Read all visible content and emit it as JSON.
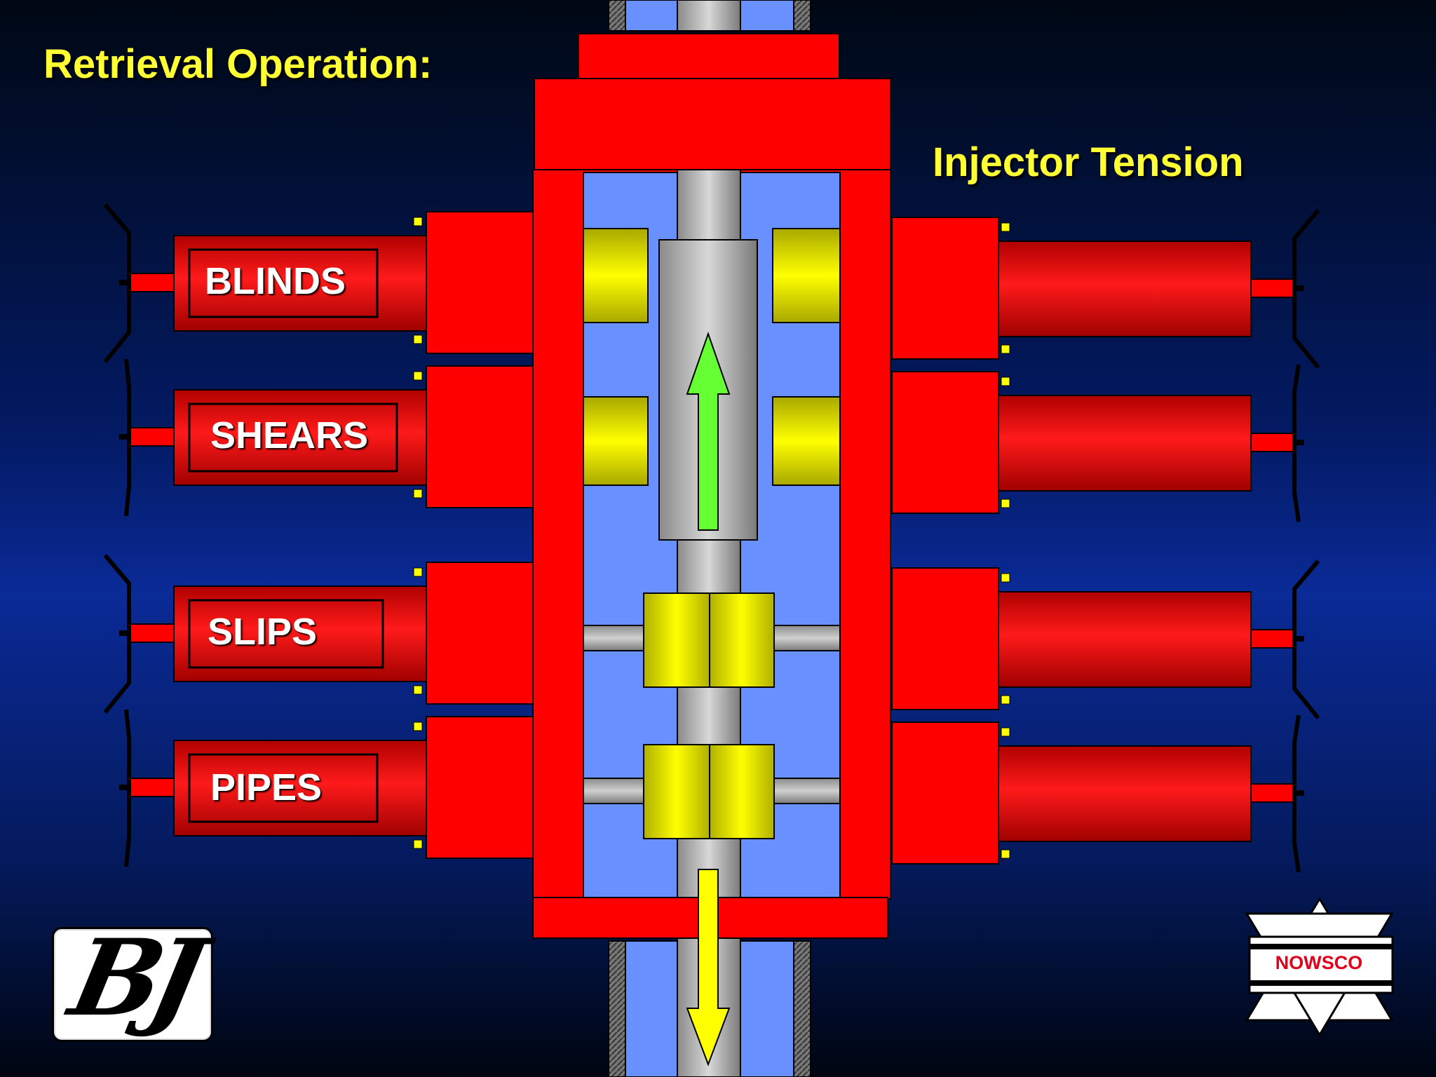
{
  "title": "Retrieval Operation:",
  "subtitle": "Injector Tension",
  "rams": [
    {
      "label": "BLINDS"
    },
    {
      "label": "SHEARS"
    },
    {
      "label": "SLIPS"
    },
    {
      "label": "PIPES"
    }
  ],
  "arrows": {
    "up": {
      "color": "#66ff33",
      "direction": "up"
    },
    "down": {
      "color": "#ffff00",
      "direction": "down"
    }
  },
  "logos": {
    "left": {
      "text": "BJ",
      "icon": "bj-logo-icon"
    },
    "right": {
      "text": "NOWSCO",
      "icon": "nowsco-logo-icon"
    }
  },
  "colors": {
    "body": "#ff0000",
    "bore": "#6890ff",
    "ram_block": "#ffff00",
    "pipe": "#b8b8b8",
    "accent_text": "#ffff33"
  }
}
